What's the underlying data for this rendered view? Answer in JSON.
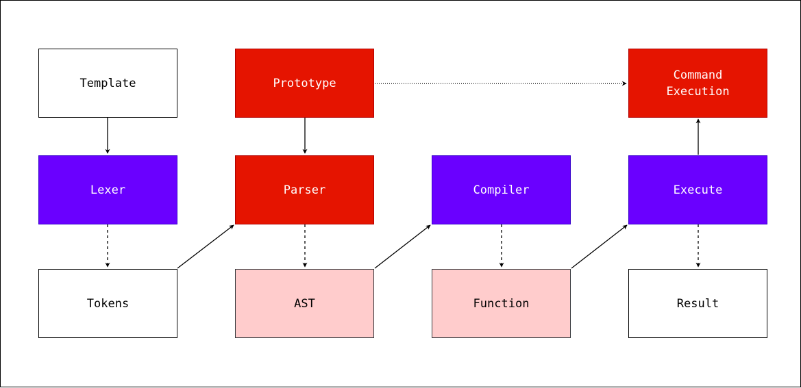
{
  "nodes": {
    "template": "Template",
    "prototype": "Prototype",
    "command_execution": "Command\nExecution",
    "lexer": "Lexer",
    "parser": "Parser",
    "compiler": "Compiler",
    "execute": "Execute",
    "tokens": "Tokens",
    "ast": "AST",
    "function": "Function",
    "result": "Result"
  },
  "colors": {
    "red_node": "#e51400",
    "purple_node": "#6a00ff",
    "pink_node": "#ffcccc",
    "white_node": "#ffffff"
  }
}
